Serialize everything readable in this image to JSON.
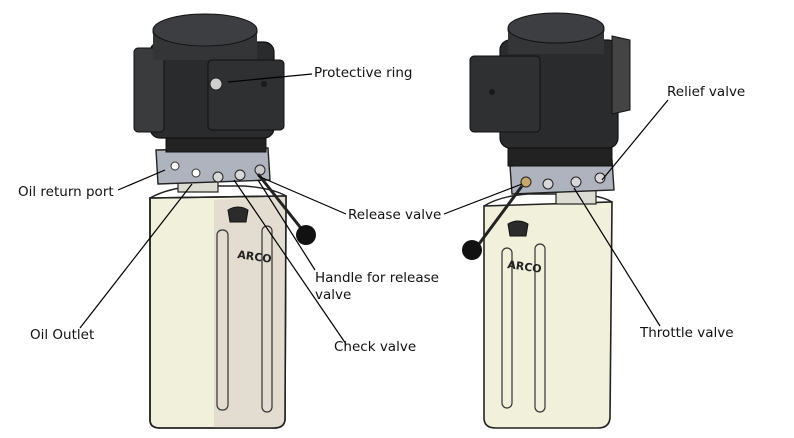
{
  "labels": {
    "protective_ring": "Protective ring",
    "oil_return_port": "Oil return port",
    "release_valve": "Release valve",
    "handle_line1": "Handle for release",
    "handle_line2": "valve",
    "oil_outlet": "Oil Outlet",
    "check_valve": "Check valve",
    "relief_valve": "Relief valve",
    "throttle_valve": "Throttle valve"
  },
  "brand": "ARCO",
  "colors": {
    "motor": "#2a2b2d",
    "manifold": "#aeb3bd",
    "tank": "#f1f0da",
    "leader": "#000000"
  }
}
